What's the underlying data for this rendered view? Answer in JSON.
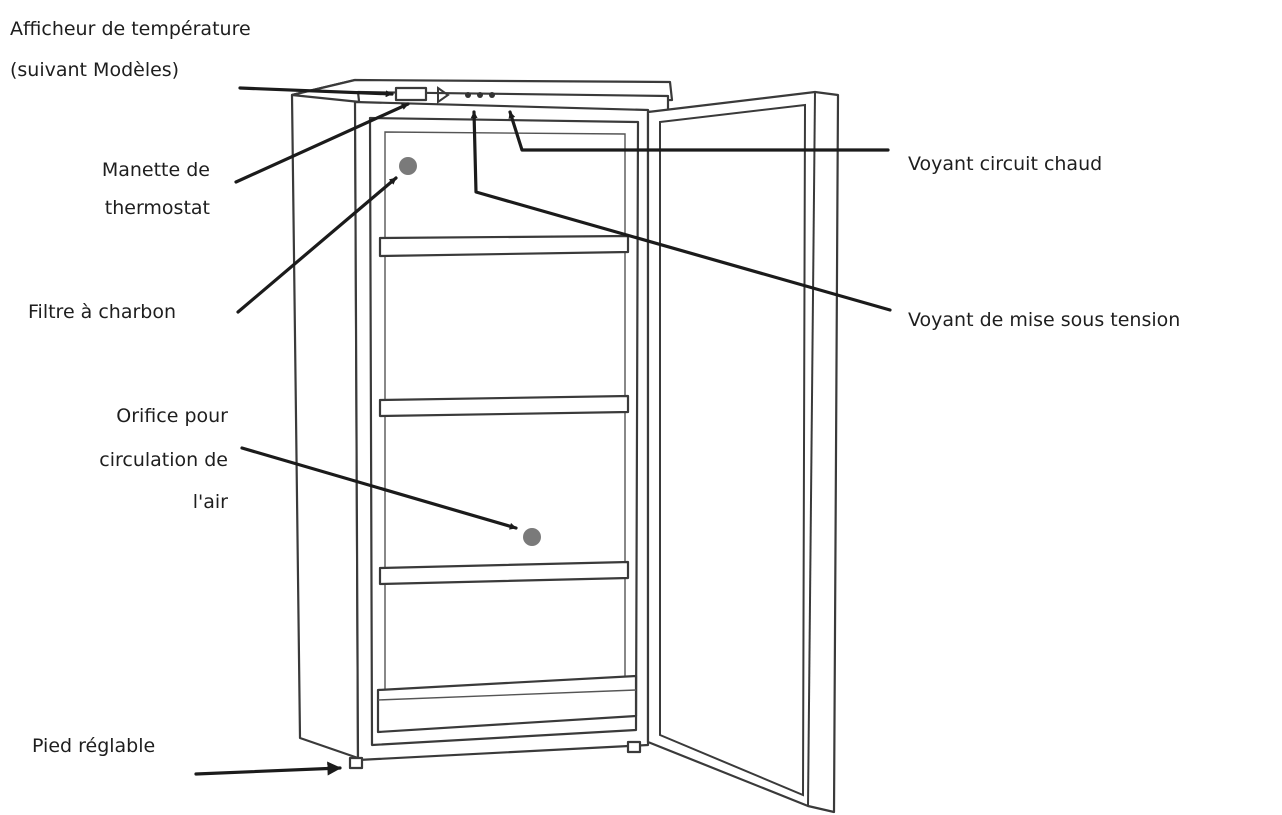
{
  "labels": {
    "temp_display_line1": "Afficheur de température",
    "temp_display_line2": "(suivant Modèles)",
    "thermostat_line1": "Manette de",
    "thermostat_line2": "thermostat",
    "charcoal_filter": "Filtre à charbon",
    "air_vent_line1": "Orifice pour",
    "air_vent_line2": "circulation de",
    "air_vent_line3": "l'air",
    "adjustable_foot": "Pied réglable",
    "hot_circuit_light": "Voyant circuit chaud",
    "power_light": "Voyant de mise sous tension"
  },
  "colors": {
    "line": "#1b1b1b",
    "outline": "#3a3a3a",
    "marker_dot": "#7a7a7a"
  }
}
